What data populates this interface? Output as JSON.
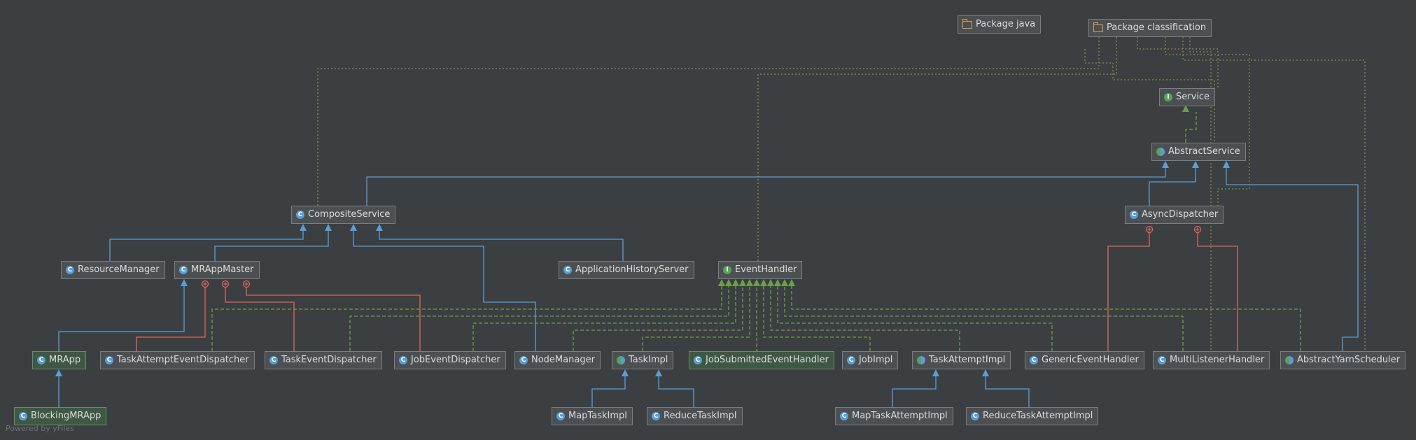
{
  "nodes": {
    "package_java": {
      "label": "Package java",
      "icon": "package-icon"
    },
    "package_classification": {
      "label": "Package classification",
      "icon": "package-icon"
    },
    "service": {
      "label": "Service",
      "icon": "interface-icon"
    },
    "abstract_service": {
      "label": "AbstractService",
      "icon": "abstract-class-icon"
    },
    "composite_service": {
      "label": "CompositeService",
      "icon": "class-icon"
    },
    "async_dispatcher": {
      "label": "AsyncDispatcher",
      "icon": "class-icon"
    },
    "resource_manager": {
      "label": "ResourceManager",
      "icon": "class-icon"
    },
    "mr_app_master": {
      "label": "MRAppMaster",
      "icon": "class-icon"
    },
    "application_history_server": {
      "label": "ApplicationHistoryServer",
      "icon": "class-icon"
    },
    "event_handler": {
      "label": "EventHandler",
      "icon": "interface-icon"
    },
    "mr_app": {
      "label": "MRApp",
      "icon": "class-icon"
    },
    "task_attempt_event_dispatcher": {
      "label": "TaskAttemptEventDispatcher",
      "icon": "class-icon"
    },
    "task_event_dispatcher": {
      "label": "TaskEventDispatcher",
      "icon": "class-icon"
    },
    "job_event_dispatcher": {
      "label": "JobEventDispatcher",
      "icon": "class-icon"
    },
    "node_manager": {
      "label": "NodeManager",
      "icon": "class-icon"
    },
    "task_impl": {
      "label": "TaskImpl",
      "icon": "abstract-class-icon"
    },
    "job_submitted_event_handler": {
      "label": "JobSubmittedEventHandler",
      "icon": "class-icon"
    },
    "job_impl": {
      "label": "JobImpl",
      "icon": "class-icon"
    },
    "task_attempt_impl": {
      "label": "TaskAttemptImpl",
      "icon": "abstract-class-icon"
    },
    "generic_event_handler": {
      "label": "GenericEventHandler",
      "icon": "class-icon"
    },
    "multi_listener_handler": {
      "label": "MultiListenerHandler",
      "icon": "class-icon"
    },
    "abstract_yarn_scheduler": {
      "label": "AbstractYarnScheduler",
      "icon": "abstract-class-icon"
    },
    "blocking_mr_app": {
      "label": "BlockingMRApp",
      "icon": "class-icon"
    },
    "map_task_impl": {
      "label": "MapTaskImpl",
      "icon": "class-icon"
    },
    "reduce_task_impl": {
      "label": "ReduceTaskImpl",
      "icon": "class-icon"
    },
    "map_task_attempt_impl": {
      "label": "MapTaskAttemptImpl",
      "icon": "class-icon"
    },
    "reduce_task_attempt_impl": {
      "label": "ReduceTaskAttemptImpl",
      "icon": "class-icon"
    }
  },
  "icon_letters": {
    "class": "C",
    "interface": "I"
  },
  "colors": {
    "background": "#3c3f41",
    "extends_edge": "#5a9ed8",
    "implements_edge": "#6aa04a",
    "inner_class_edge": "#e0675a",
    "package_edge": "#8a8a5a"
  },
  "watermark": "Powered by yFiles"
}
